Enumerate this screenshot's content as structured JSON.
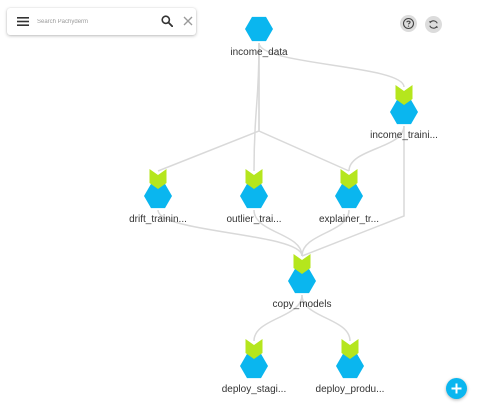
{
  "search": {
    "placeholder": "Search Pachyderm"
  },
  "colors": {
    "accent": "#0ab6ef",
    "pipeline": "#b5e61d",
    "edge": "#d9d9d9",
    "text": "#333333"
  },
  "icons": {
    "menu": "menu-icon",
    "search": "search-icon",
    "clear": "close-icon",
    "help": "help-icon",
    "refresh": "refresh-icon",
    "add": "plus-icon"
  },
  "dag": {
    "nodes": [
      {
        "id": "income_data",
        "label": "income_data",
        "kind": "repo"
      },
      {
        "id": "income_train",
        "label": "income_traini...",
        "kind": "pipeline"
      },
      {
        "id": "drift_train",
        "label": "drift_trainin...",
        "kind": "pipeline"
      },
      {
        "id": "outlier_train",
        "label": "outlier_trai...",
        "kind": "pipeline"
      },
      {
        "id": "explainer_train",
        "label": "explainer_tr...",
        "kind": "pipeline"
      },
      {
        "id": "copy_models",
        "label": "copy_models",
        "kind": "pipeline"
      },
      {
        "id": "deploy_staging",
        "label": "deploy_stagi...",
        "kind": "pipeline"
      },
      {
        "id": "deploy_production",
        "label": "deploy_produ...",
        "kind": "pipeline"
      }
    ],
    "edges": [
      [
        "income_data",
        "drift_train"
      ],
      [
        "income_data",
        "outlier_train"
      ],
      [
        "income_data",
        "explainer_train"
      ],
      [
        "income_data",
        "income_train"
      ],
      [
        "income_train",
        "explainer_train"
      ],
      [
        "income_train",
        "copy_models"
      ],
      [
        "drift_train",
        "copy_models"
      ],
      [
        "outlier_train",
        "copy_models"
      ],
      [
        "explainer_train",
        "copy_models"
      ],
      [
        "copy_models",
        "deploy_staging"
      ],
      [
        "copy_models",
        "deploy_production"
      ]
    ]
  }
}
